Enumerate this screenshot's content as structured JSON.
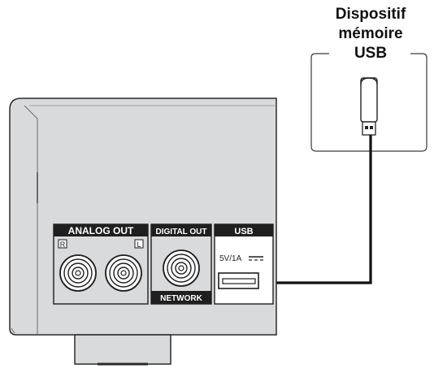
{
  "device": {
    "callout_lines": [
      "Dispositif",
      "mémoire",
      "USB"
    ]
  },
  "panel": {
    "analog_out_label": "ANALOG OUT",
    "right_channel": "R",
    "left_channel": "L",
    "digital_out_label": "DIGITAL OUT",
    "network_label": "NETWORK",
    "usb_label": "USB",
    "usb_power_rating": "5V/1A"
  },
  "colors": {
    "chassis": "#d9dadc",
    "chassis_edge": "#2a2a2a",
    "label_bar": "#1f1f1f",
    "cable": "#111111"
  }
}
